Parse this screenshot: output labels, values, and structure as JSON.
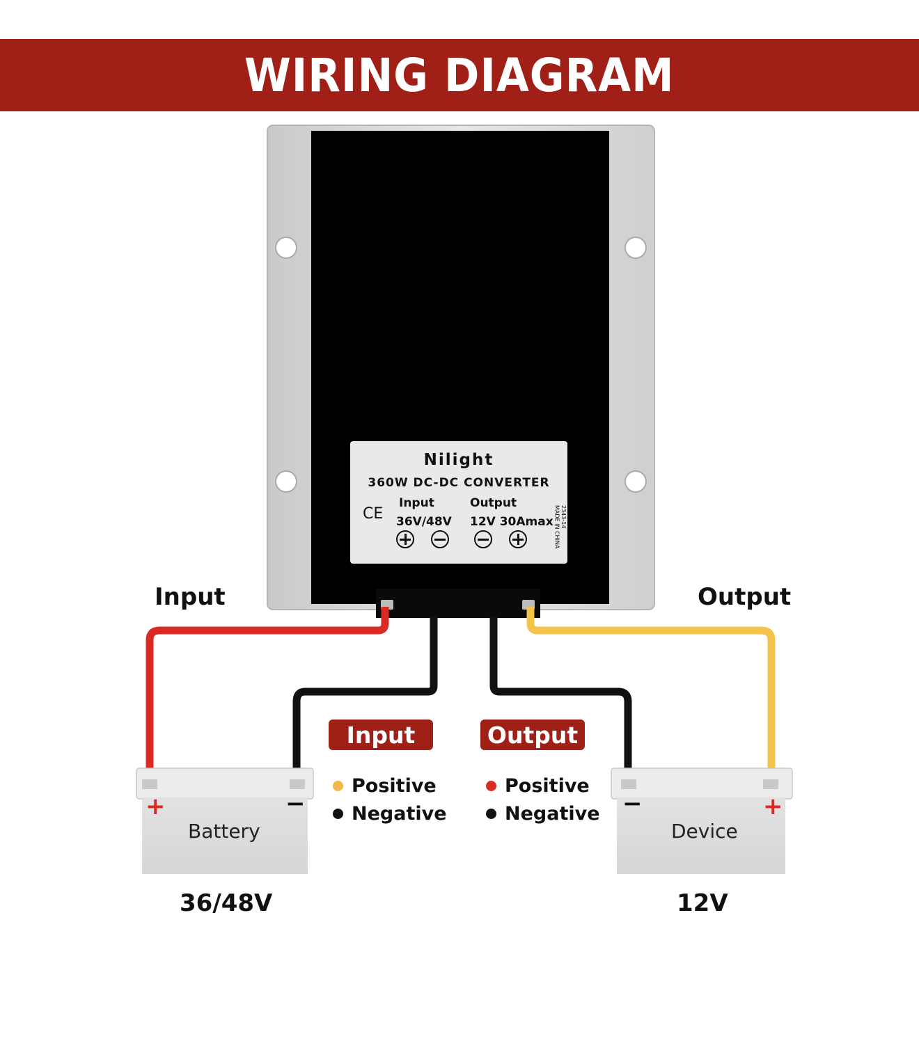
{
  "banner": {
    "title": "WIRING DIAGRAM",
    "color": "#a01f17"
  },
  "colors": {
    "input_positive_wire": "#d92b23",
    "output_positive_wire": "#f3c34c",
    "negative_wire": "#111111",
    "label_pill": "#a01f17"
  },
  "converter": {
    "brand": "Nilight",
    "model": "360W DC-DC CONVERTER",
    "input_label": "Input",
    "input_voltage": "36V/48V",
    "output_label": "Output",
    "output_rating": "12V 30Amax",
    "cert": "CE",
    "code": "2343-14",
    "origin": "MADE IN CHINA",
    "terminals": [
      "plus",
      "minus",
      "minus",
      "plus"
    ]
  },
  "labels": {
    "input": "Input",
    "output": "Output"
  },
  "legend": {
    "input": {
      "title": "Input",
      "items": [
        {
          "label": "Positive",
          "color": "#f0b74a"
        },
        {
          "label": "Negative",
          "color": "#111111"
        }
      ]
    },
    "output": {
      "title": "Output",
      "items": [
        {
          "label": "Positive",
          "color": "#d92b23"
        },
        {
          "label": "Negative",
          "color": "#111111"
        }
      ]
    }
  },
  "battery": {
    "label": "Battery",
    "voltage": "36/48V",
    "plus": "+",
    "minus": "−"
  },
  "device": {
    "label": "Device",
    "voltage": "12V",
    "plus": "+",
    "minus": "−"
  }
}
